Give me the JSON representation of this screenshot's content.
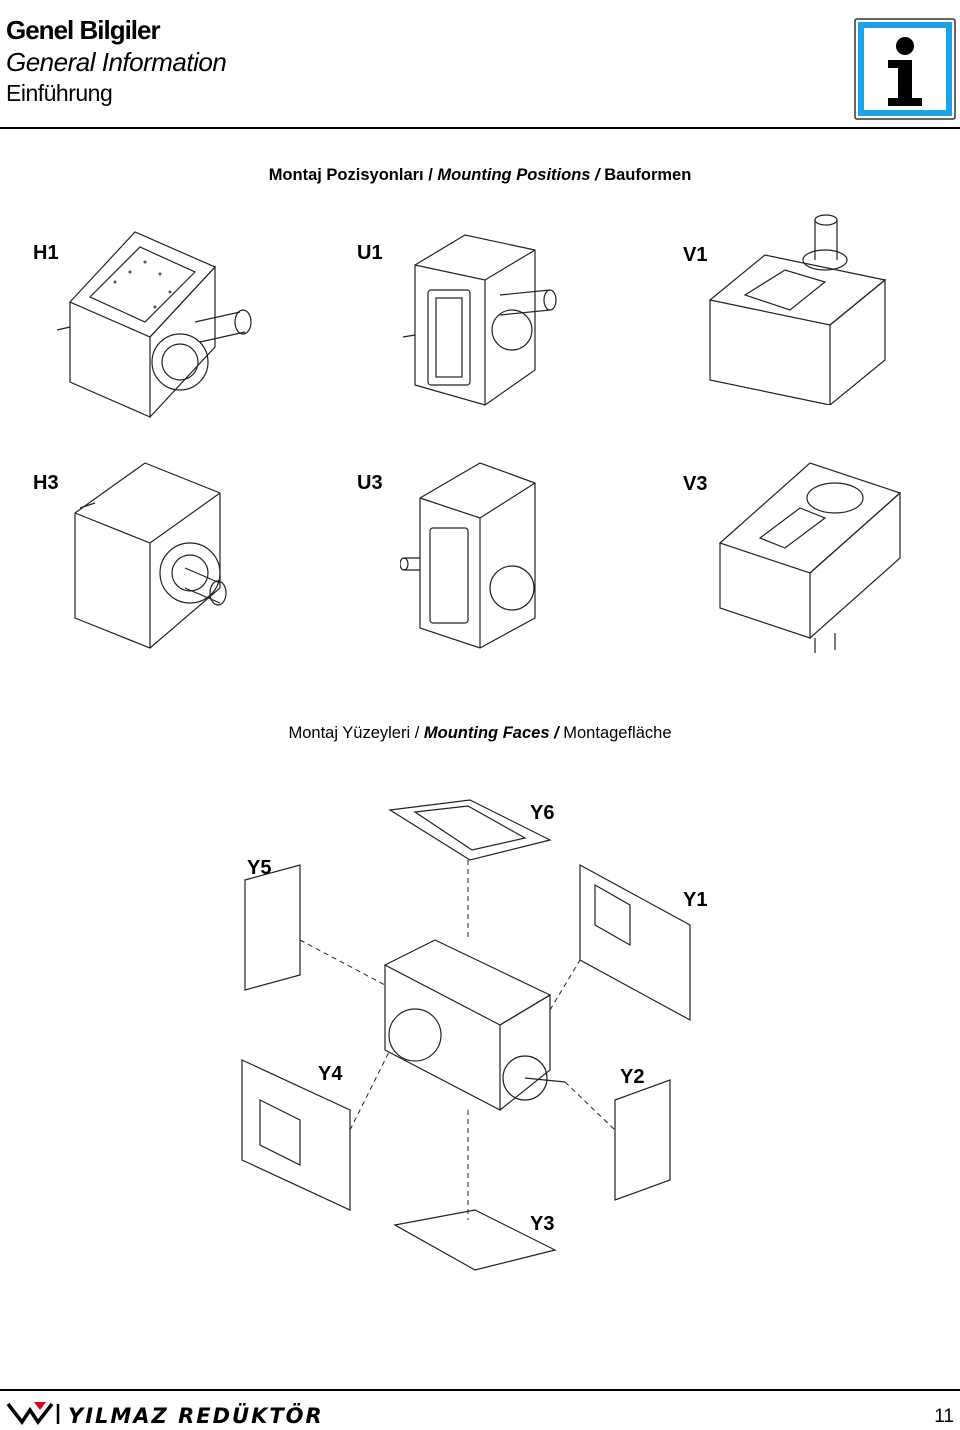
{
  "header": {
    "title_tr": "Genel Bilgiler",
    "title_en": "General Information",
    "title_de": "Einführung",
    "icon": "info-icon"
  },
  "mounting_positions": {
    "heading_tr": "Montaj Pozisyonları /",
    "heading_en": "Mounting Positions /",
    "heading_de": "Bauformen",
    "labels": [
      "H1",
      "U1",
      "V1",
      "H3",
      "U3",
      "V3"
    ]
  },
  "mounting_faces": {
    "heading_tr": "Montaj Yüzeyleri /",
    "heading_en": "Mounting Faces /",
    "heading_de": "Montagefläche",
    "labels": [
      "Y6",
      "Y5",
      "Y1",
      "Y4",
      "Y2",
      "Y3"
    ]
  },
  "footer": {
    "brand": "YILMAZ REDÜKTÖR",
    "page_number": "11"
  }
}
